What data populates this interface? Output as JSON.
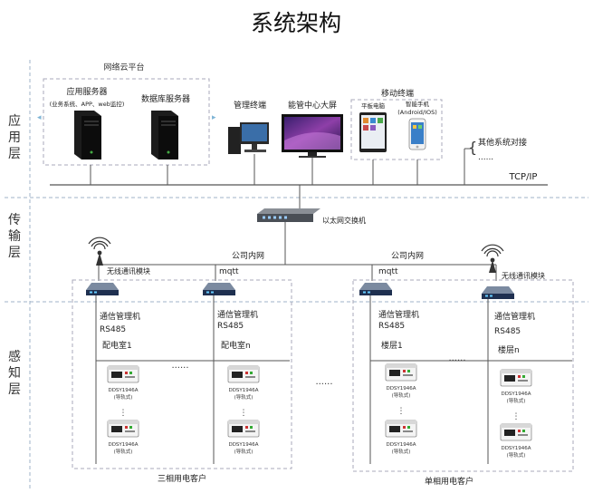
{
  "title": "系统架构",
  "layers": {
    "application": [
      "应",
      "用",
      "层"
    ],
    "transport": [
      "传",
      "输",
      "层"
    ],
    "perception": [
      "感",
      "知",
      "层"
    ]
  },
  "cloud": {
    "title": "网络云平台",
    "app_server": {
      "name": "应用服务器",
      "detail": "(业务系统、APP、web监控)"
    },
    "db_server": {
      "name": "数据库服务器"
    }
  },
  "terminals": {
    "mgmt": "管理终端",
    "screen": "能管中心大屏",
    "mobile_group": "移动终端",
    "tablet": "平板电脑",
    "phone": "智能手机",
    "phone_os": "(Android/IOS)",
    "other": "其他系统对接",
    "ellipsis": "......"
  },
  "network": {
    "protocol": "TCP/IP",
    "switch": "以太网交换机",
    "intranet_left": "公司内网",
    "intranet_right": "公司内网",
    "mqtt": "mqtt",
    "wireless": "无线通讯模块"
  },
  "gateways": {
    "name": "通信管理机",
    "bus": "RS485",
    "room1": "配电室1",
    "roomn": "配电室n",
    "floor1": "楼层1",
    "floorn": "楼层n"
  },
  "meters": {
    "model": "DDSY1946A",
    "mount": "(导轨式)",
    "vdots": "⋮",
    "hdots": "......"
  },
  "customers": {
    "three_phase": "三相用电客户",
    "single_phase": "单相用电客户"
  }
}
